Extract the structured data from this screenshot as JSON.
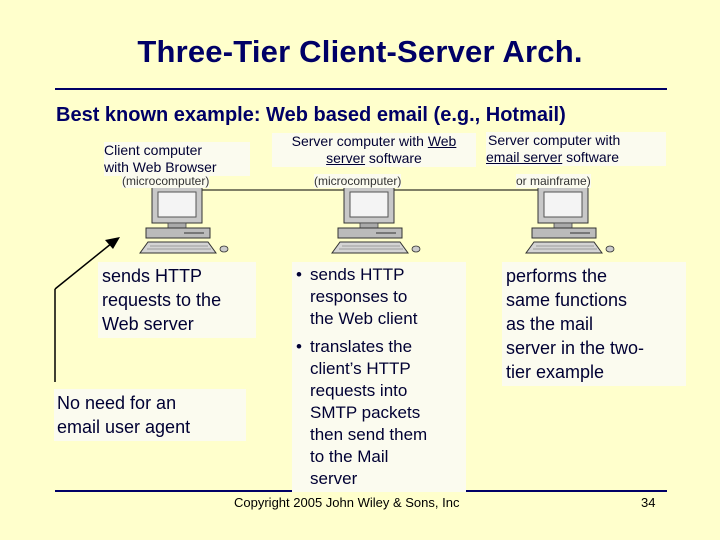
{
  "slide": {
    "title": "Three-Tier Client-Server Arch.",
    "subtitle": "Best known example: Web based email (e.g., Hotmail)",
    "client": {
      "caption_line1": "Client computer",
      "caption_line2": "with Web Browser",
      "under_label": "(microcomputer)",
      "desc": [
        "sends HTTP",
        "requests to the",
        "Web server"
      ],
      "note": [
        "No need for an",
        "email user agent"
      ]
    },
    "web_server": {
      "caption_line1_pre": "Server computer with ",
      "caption_line1_u": "Web",
      "caption_line2_u": "server",
      "caption_line2_rest": " software",
      "under_label": "(microcomputer)",
      "bullet_char": "•",
      "bullets": [
        [
          "sends HTTP",
          "responses to",
          "the Web client"
        ],
        [
          "translates the",
          "client’s HTTP",
          "requests into",
          "SMTP packets",
          "then send them",
          "to the Mail",
          "server"
        ]
      ]
    },
    "mail_server": {
      "caption_line1": "Server computer with",
      "caption_line2_u": "email server",
      "caption_line2_rest": " software",
      "under_label": "or mainframe)",
      "desc": [
        "performs the",
        "same functions",
        "as the mail",
        "server in the two-",
        "tier example"
      ]
    },
    "footer": "Copyright 2005 John Wiley & Sons, Inc",
    "page_number": "34"
  }
}
